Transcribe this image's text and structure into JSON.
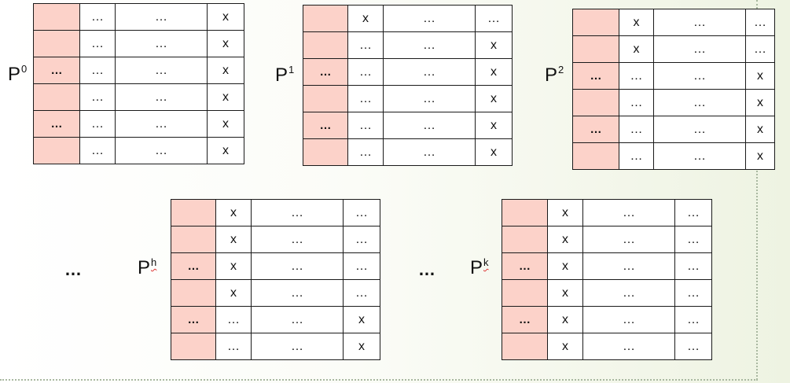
{
  "matrices": [
    {
      "label_base": "P",
      "label_sup": "0",
      "rows": [
        [
          "",
          "…",
          "…",
          "x"
        ],
        [
          "",
          "…",
          "…",
          "x"
        ],
        [
          "…",
          "…",
          "…",
          "x"
        ],
        [
          "",
          "…",
          "…",
          "x"
        ],
        [
          "…",
          "…",
          "…",
          "x"
        ],
        [
          "",
          "…",
          "…",
          "x"
        ]
      ]
    },
    {
      "label_base": "P",
      "label_sup": "1",
      "rows": [
        [
          "",
          "x",
          "…",
          "…"
        ],
        [
          "",
          "…",
          "…",
          "x"
        ],
        [
          "…",
          "…",
          "…",
          "x"
        ],
        [
          "",
          "…",
          "…",
          "x"
        ],
        [
          "…",
          "…",
          "…",
          "x"
        ],
        [
          "",
          "…",
          "…",
          "x"
        ]
      ]
    },
    {
      "label_base": "P",
      "label_sup": "2",
      "rows": [
        [
          "",
          "x",
          "…",
          "…"
        ],
        [
          "",
          "x",
          "…",
          "…"
        ],
        [
          "…",
          "…",
          "…",
          "x"
        ],
        [
          "",
          "…",
          "…",
          "x"
        ],
        [
          "…",
          "…",
          "…",
          "x"
        ],
        [
          "",
          "…",
          "…",
          "x"
        ]
      ]
    },
    {
      "label_base": "P",
      "label_sup": "h",
      "rows": [
        [
          "",
          "x",
          "…",
          "…"
        ],
        [
          "",
          "x",
          "…",
          "…"
        ],
        [
          "…",
          "x",
          "…",
          "…"
        ],
        [
          "",
          "x",
          "…",
          "…"
        ],
        [
          "…",
          "…",
          "…",
          "x"
        ],
        [
          "",
          "…",
          "…",
          "x"
        ]
      ]
    },
    {
      "label_base": "P",
      "label_sup": "k",
      "rows": [
        [
          "",
          "x",
          "…",
          "…"
        ],
        [
          "",
          "x",
          "…",
          "…"
        ],
        [
          "…",
          "x",
          "…",
          "…"
        ],
        [
          "",
          "x",
          "…",
          "…"
        ],
        [
          "…",
          "x",
          "…",
          "…"
        ],
        [
          "",
          "x",
          "…",
          "…"
        ]
      ]
    }
  ],
  "gaps": [
    "…",
    "…"
  ],
  "colors": {
    "first_column": "#fcd2c9",
    "border": "#1a1a1a"
  }
}
